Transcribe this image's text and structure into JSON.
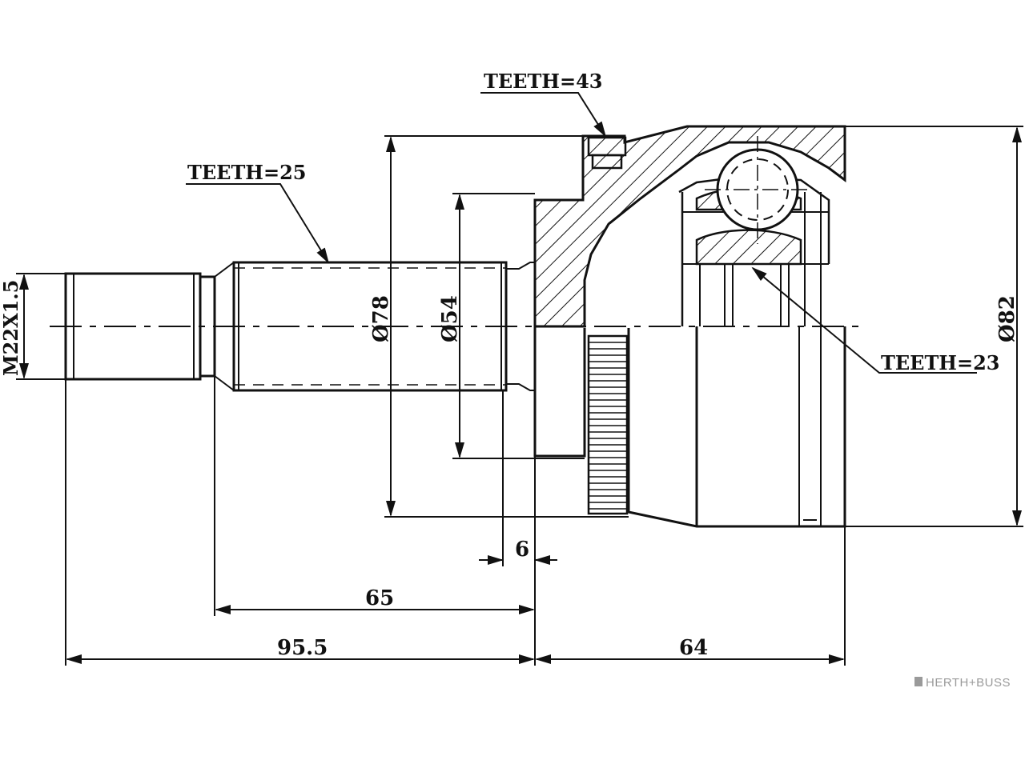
{
  "callouts": {
    "teeth_43": "TEETH=43",
    "teeth_25": "TEETH=25",
    "teeth_23": "TEETH=23"
  },
  "dimensions": {
    "thread": "M22X1.5",
    "dia_78": "Ø78",
    "dia_54": "Ø54",
    "dia_82": "Ø82",
    "len_6": "6",
    "len_65": "65",
    "len_95_5": "95.5",
    "len_64": "64"
  },
  "brand": {
    "name": "HERTH+BUSS"
  }
}
